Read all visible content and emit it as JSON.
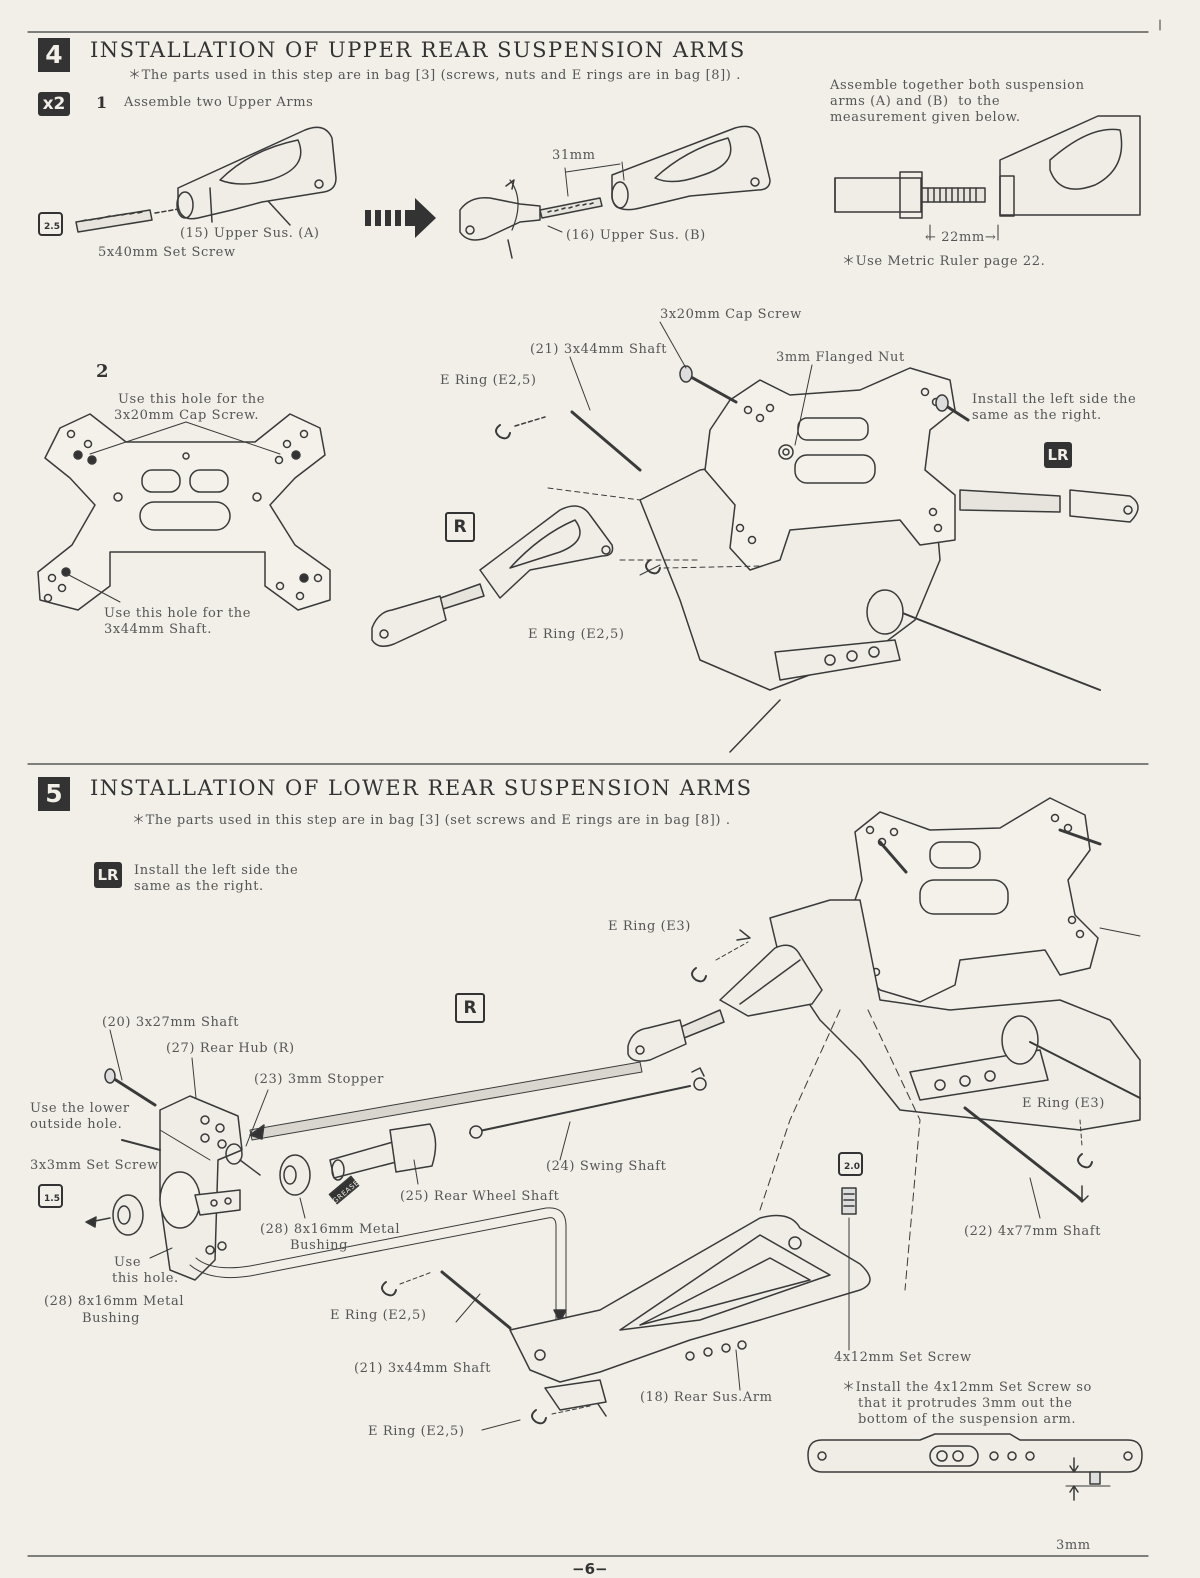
{
  "page_number": "−6−",
  "step4": {
    "number": "4",
    "title": "INSTALLATION OF UPPER REAR SUSPENSION ARMS",
    "note": "＊The parts used in this step are in bag [3] (screws, nuts and E rings are in bag [8]) .",
    "qty_badge": "x2",
    "sub1_number": "1",
    "sub1_text": "Assemble two Upper Arms",
    "tool_size_1": "2.5",
    "label_setscrew": "5x40mm Set Screw",
    "label_upper_a": "(15) Upper Sus. (A)",
    "label_31mm": "31mm",
    "label_upper_b": "(16) Upper Sus. (B)",
    "assemble_note_1": "Assemble together both suspension",
    "assemble_note_2": "arms (A) and (B)  to the",
    "assemble_note_3": "measurement given below.",
    "label_22mm": "← 22mm→",
    "metric_note": "＊Use Metric Ruler page 22.",
    "sub2_number": "2",
    "hole_note_top_1": "Use this hole for the",
    "hole_note_top_2": "3x20mm Cap Screw.",
    "hole_note_bottom_1": "Use this hole for the",
    "hole_note_bottom_2": "3x44mm Shaft.",
    "label_cap_screw": "3x20mm Cap Screw",
    "label_shaft_21": "(21) 3x44mm Shaft",
    "label_flanged_nut": "3mm Flanged Nut",
    "label_ering_top": "E Ring (E2,5)",
    "install_note_1": "Install the left side the",
    "install_note_2": "same as the right.",
    "lr_badge": "LR",
    "r_badge": "R",
    "label_ering_bottom": "E Ring (E2,5)"
  },
  "step5": {
    "number": "5",
    "title": "INSTALLATION OF LOWER REAR SUSPENSION ARMS",
    "note": "＊The parts used in this step are in bag [3] (set screws and E rings are in bag [8]) .",
    "lr_badge": "LR",
    "install_note_1": "Install the left side the",
    "install_note_2": "same as the right.",
    "r_badge": "R",
    "label_ering_e3_top": "E Ring (E3)",
    "label_ering_e3_right": "E Ring (E3)",
    "label_shaft_20": "(20) 3x27mm Shaft",
    "label_rear_hub": "(27) Rear Hub (R)",
    "label_stopper": "(23) 3mm Stopper",
    "lower_hole_1": "Use the lower",
    "lower_hole_2": "outside hole.",
    "label_set_screw_3x3": "3x3mm Set Screw",
    "tool_size_15": "1.5",
    "tool_size_20": "2.0",
    "label_swing_shaft": "(24) Swing Shaft",
    "label_rear_wheel_shaft": "(25) Rear Wheel Shaft",
    "label_bushing_mid_1": "(28) 8x16mm Metal",
    "label_bushing_mid_2": "Bushing",
    "use_hole_1": "Use",
    "use_hole_2": "this hole.",
    "label_bushing_left_1": "(28) 8x16mm Metal",
    "label_bushing_left_2": "Bushing",
    "label_ering_e25_mid": "E Ring (E2,5)",
    "label_shaft_22": "(22) 4x77mm Shaft",
    "label_shaft_21": "(21) 3x44mm Shaft",
    "label_set_screw_4x12": "4x12mm Set Screw",
    "label_rear_sus_arm": "(18) Rear Sus.Arm",
    "label_ering_e25_bottom": "E Ring (E2,5)",
    "set_screw_note_1": "＊Install the 4x12mm Set Screw so",
    "set_screw_note_2": "that it protrudes 3mm out the",
    "set_screw_note_3": "bottom of the suspension arm.",
    "label_3mm": "3mm",
    "grease_label": "GREASE"
  }
}
